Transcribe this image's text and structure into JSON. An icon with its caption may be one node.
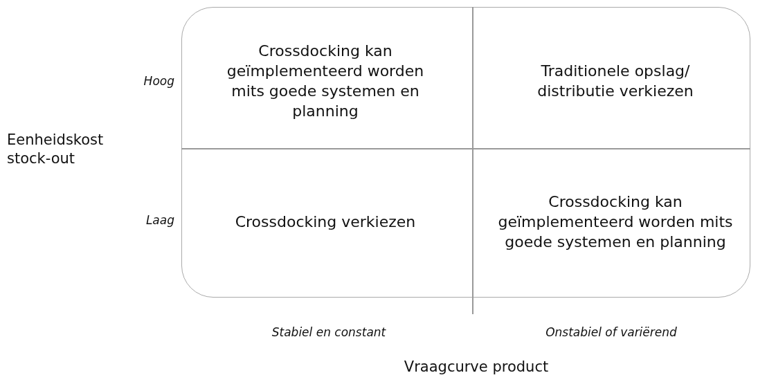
{
  "diagram": {
    "nodes": [
      {
        "text": [
          "Crossdocking kan geïmplementeerd worden mits goede systemen en planning"
        ]
      },
      {
        "text": [
          "Traditionele opslag/ distributie verkiezen"
        ]
      },
      {
        "text": [
          "Crossdocking verkiezen"
        ]
      },
      {
        "text": [
          "Crossdocking kan geïmplementeerd worden mits goede systemen en planning"
        ]
      }
    ],
    "labels": [
      "Hoog",
      "Eenheidskost stock-out",
      "Laag",
      "Stabiel en constant",
      "Onstabiel of variërend",
      "Vraagcurve product"
    ]
  }
}
